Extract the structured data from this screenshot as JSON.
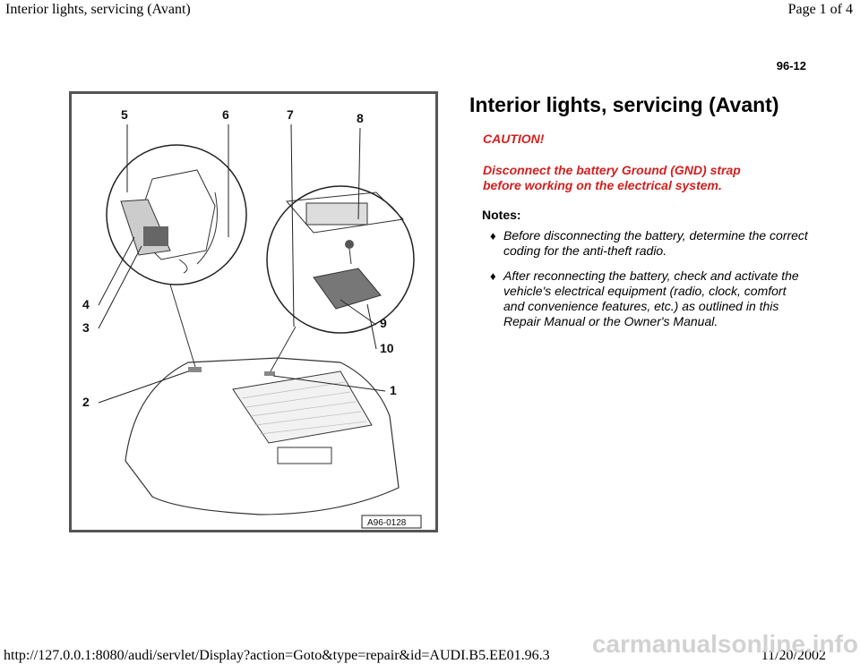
{
  "header": {
    "page_title": "Interior lights, servicing (Avant)",
    "page_indicator": "Page 1 of 4"
  },
  "document": {
    "number": "96-12",
    "title": "Interior lights, servicing (Avant)",
    "caution_label": "CAUTION!",
    "caution_text": "Disconnect the battery Ground (GND) strap before working on the electrical system.",
    "notes_label": "Notes:",
    "notes": [
      "Before disconnecting the battery, determine the correct coding for the anti-theft radio.",
      "After reconnecting the battery, check and activate the vehicle's electrical equipment (radio, clock, comfort and convenience features, etc.) as outlined in this Repair Manual or the Owner's Manual."
    ]
  },
  "figure": {
    "callouts": [
      "5",
      "6",
      "7",
      "8",
      "4",
      "3",
      "9",
      "10",
      "2",
      "1"
    ],
    "code": "A96-0128"
  },
  "footer": {
    "url": "http://127.0.0.1:8080/audi/servlet/Display?action=Goto&type=repair&id=AUDI.B5.EE01.96.3",
    "date": "11/20/2002"
  },
  "watermark": "carmanualsonline.info"
}
